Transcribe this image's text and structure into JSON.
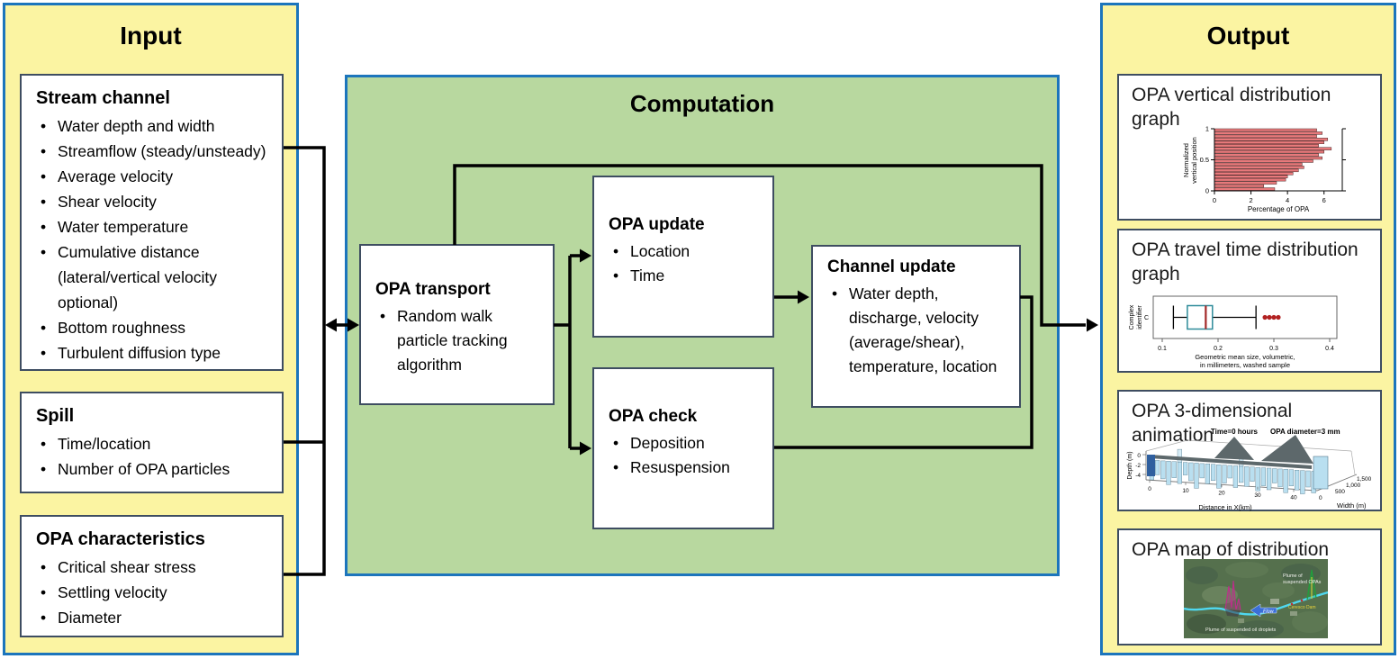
{
  "colors": {
    "panel_border_blue": "#1c75bc",
    "input_output_yellow": "#fbf4a2",
    "computation_green": "#b8d89f",
    "box_border": "#3e4d61",
    "connector_black": "#000000",
    "histogram_bar_fill": "#e8797b",
    "histogram_bar_edge": "#4a2b2b",
    "boxplot_box_edge": "#2e8b9a",
    "boxplot_median": "#a32929",
    "boxplot_outlier": "#b22222",
    "ribbon_blue": "#b9dff0",
    "map_river_cyan": "#4fd8f0",
    "map_arrow_blue": "#3a6fd8",
    "map_plume_magenta": "#c22a8e",
    "map_plume_green": "#1fa03c"
  },
  "input": {
    "title": "Input",
    "boxes": [
      {
        "title": "Stream channel",
        "items": [
          "Water depth and width",
          "Streamflow (steady/unsteady)",
          "Average velocity",
          "Shear velocity",
          "Water temperature",
          "Cumulative distance (lateral/vertical velocity optional)",
          "Bottom roughness",
          "Turbulent diffusion type"
        ]
      },
      {
        "title": "Spill",
        "items": [
          "Time/location",
          "Number of OPA particles"
        ]
      },
      {
        "title": "OPA characteristics",
        "items": [
          "Critical shear stress",
          "Settling velocity",
          "Diameter"
        ]
      }
    ]
  },
  "computation": {
    "title": "Computation",
    "boxes": [
      {
        "title": "OPA transport",
        "items": [
          "Random walk particle tracking algorithm"
        ]
      },
      {
        "title": "OPA update",
        "items": [
          "Location",
          "Time"
        ]
      },
      {
        "title": "OPA check",
        "items": [
          "Deposition",
          "Resuspension"
        ]
      },
      {
        "title": "Channel update",
        "items": [
          "Water depth, discharge, velocity (average/shear), temperature, location"
        ]
      }
    ]
  },
  "output": {
    "title": "Output",
    "panels": [
      {
        "title": "OPA vertical distribution graph"
      },
      {
        "title": "OPA travel time distribution graph"
      },
      {
        "title": "OPA 3-dimensional animation"
      },
      {
        "title": "OPA map of distribution"
      }
    ]
  },
  "chart_data": [
    {
      "type": "bar",
      "orientation": "horizontal",
      "title": "OPA vertical distribution graph",
      "xlabel": "Percentage of OPA",
      "ylabel_line1": "Normalized",
      "ylabel_line2": "vertical position",
      "xticks": [
        0,
        2,
        4,
        6
      ],
      "yticks": [
        "1",
        "0.5",
        "0"
      ],
      "xlim": [
        0,
        7
      ],
      "ylim": [
        0,
        1
      ],
      "n_bars": 20,
      "values_top_to_bottom": [
        5.6,
        5.9,
        5.6,
        6.2,
        6.0,
        5.7,
        6.4,
        6.0,
        5.7,
        5.9,
        5.4,
        4.8,
        4.9,
        4.6,
        4.3,
        4.0,
        3.9,
        3.4,
        2.7,
        3.3
      ]
    },
    {
      "type": "boxplot",
      "title": "OPA travel time distribution graph",
      "ylabel_line1": "Complex",
      "ylabel_line2": "identifier",
      "ytick": "C",
      "xlabel_line1": "Geometric mean size, volumetric,",
      "xlabel_line2": "in millimeters, washed sample",
      "xticks": [
        "0.1",
        "0.2",
        "0.3",
        "0.4"
      ],
      "xlim": [
        0.1,
        0.4
      ],
      "whisker_low": 0.12,
      "q1": 0.145,
      "median": 0.178,
      "q3": 0.19,
      "whisker_high": 0.268,
      "outliers": [
        0.284,
        0.292,
        0.3,
        0.308
      ]
    },
    {
      "type": "area",
      "title": "OPA 3-dimensional animation",
      "subtitle_left": "Time=0 hours",
      "subtitle_right": "OPA diameter=3 mm",
      "xlabel": "Distance in X(km)",
      "ylabel": "Depth (m)",
      "zlabel": "Width (m)",
      "xticks": [
        "0",
        "10",
        "20",
        "30",
        "40"
      ],
      "yticks": [
        "0",
        "-2",
        "-4"
      ],
      "zticks": [
        "0",
        "500",
        "1,000",
        "1,500"
      ],
      "ribbon_heights": [
        22,
        16,
        20,
        26,
        18,
        24,
        14,
        20,
        28,
        16,
        22,
        18,
        26,
        20,
        14,
        24,
        18,
        22,
        16,
        26,
        20,
        24,
        16,
        20,
        26,
        18,
        22,
        26,
        18,
        24
      ]
    },
    {
      "type": "map",
      "title": "OPA map of distribution",
      "labels": {
        "plume_opas_line1": "Plume of",
        "plume_opas_line2": "suspended OPAs",
        "flow": "Flow",
        "dam": "Ceresco Dam",
        "plume_droplets": "Plume of suspended oil droplets"
      }
    }
  ]
}
